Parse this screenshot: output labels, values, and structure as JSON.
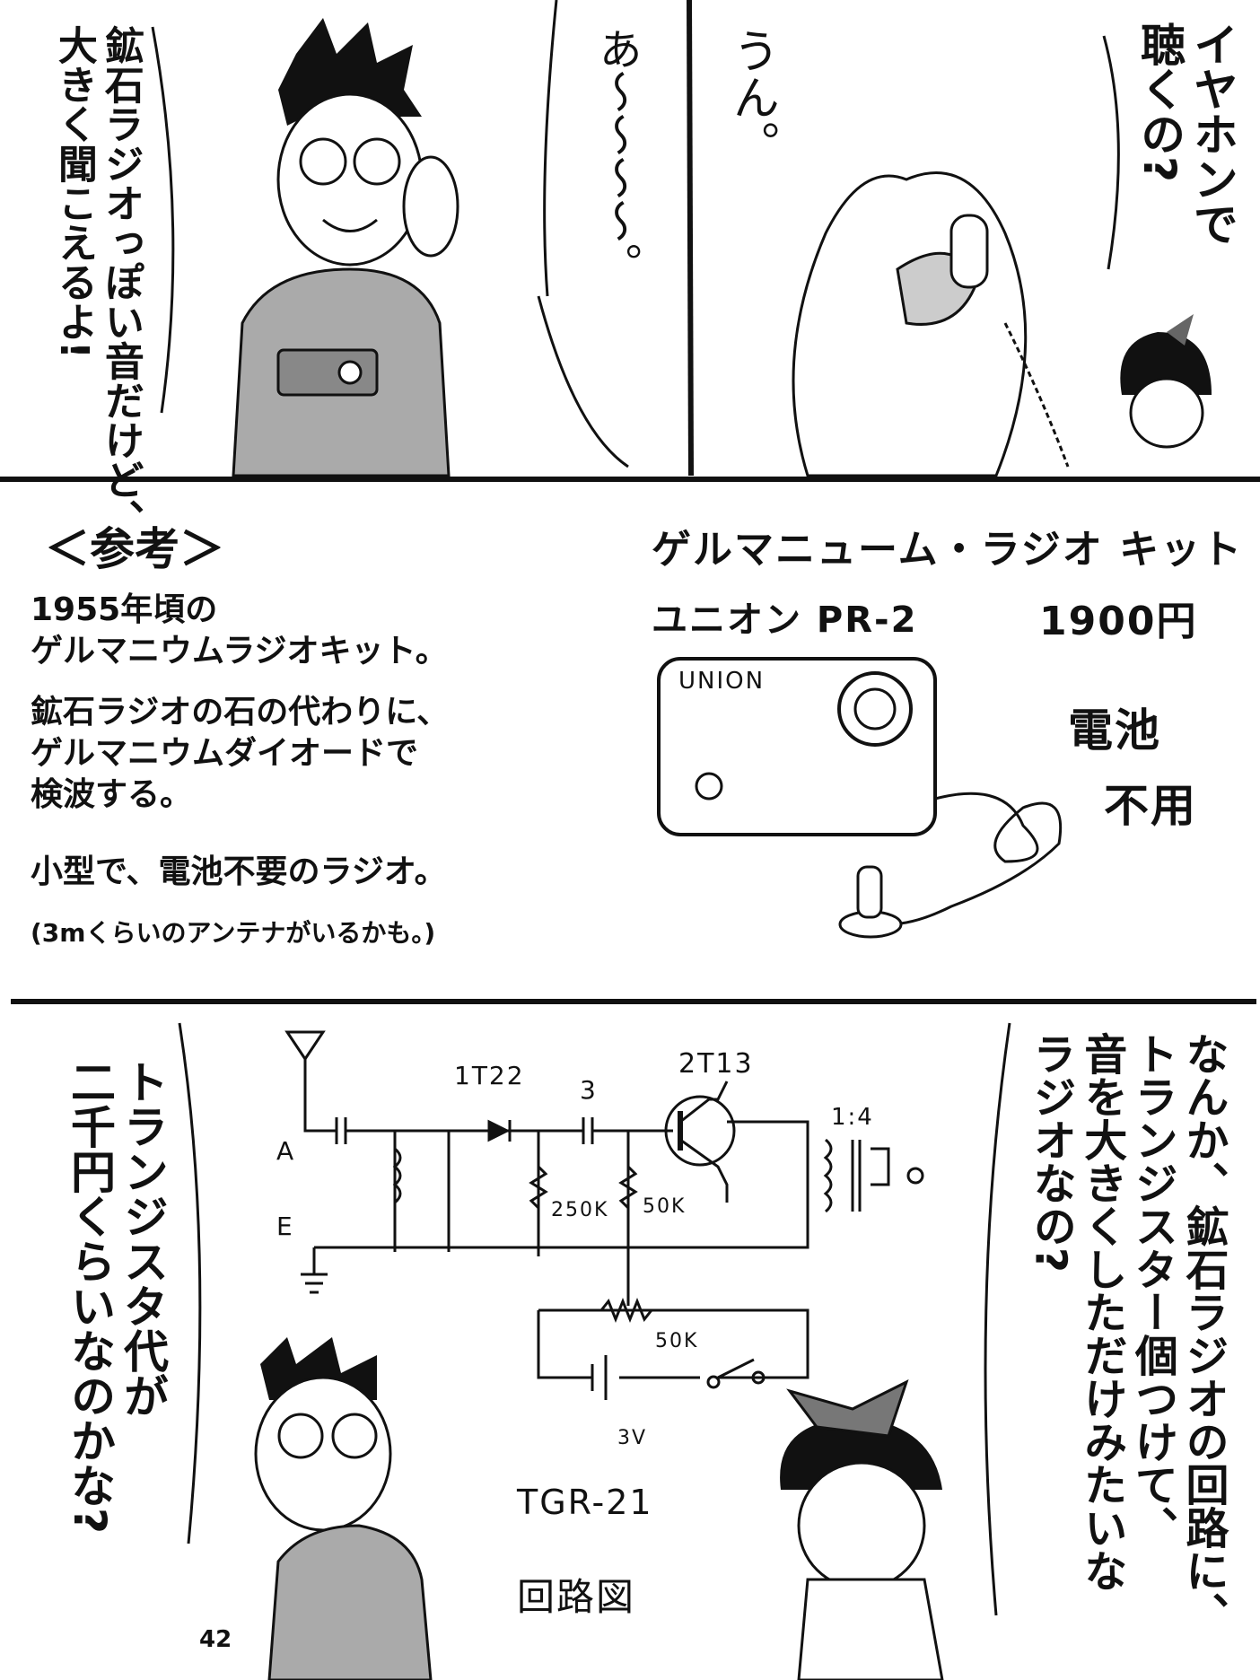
{
  "panel1": {
    "boy_bubble": [
      "鉱石ラジオっぽい音だけど、",
      "大きく聞こえるよ!"
    ],
    "sound_bubble": "あ〜〜〜〜。",
    "girl_reply": "うん。",
    "girl_question": [
      "イヤホンで",
      "聴くの?"
    ]
  },
  "reference": {
    "heading": "＜参考＞",
    "lines": [
      "1955年頃の",
      "ゲルマニウムラジオキット。",
      "鉱石ラジオの石の代わりに、",
      "ゲルマニウムダイオードで",
      "検波する。",
      "小型で、電池不要のラジオ。",
      "(3mくらいのアンテナがいるかも。)"
    ],
    "kit_title": "ゲルマニューム・ラジオ キット",
    "model": "ユニオン PR-2",
    "price": "1900円",
    "brand_on_radio": "UNION",
    "battery_note": [
      "電池",
      "不用"
    ]
  },
  "panel3": {
    "boy_bubble": [
      "トランジスタ代が",
      "二千円くらいなのかな?"
    ],
    "girl_bubble": [
      "なんか、鉱石ラジオの回路に、",
      "トランジスター個つけて、",
      "音を大きくしただけみたいな",
      "ラジオなの?"
    ],
    "circuit": {
      "diode": "1T22",
      "capacitor": "3",
      "transistor": "2T13",
      "transformer_ratio": "1:4",
      "terminal_a": "A",
      "terminal_e": "E",
      "resistor1": "250K",
      "resistor2": "50K",
      "volume": "50K",
      "battery": "3V",
      "model": "TGR-21",
      "caption": "回路図"
    }
  },
  "page_number": "42"
}
